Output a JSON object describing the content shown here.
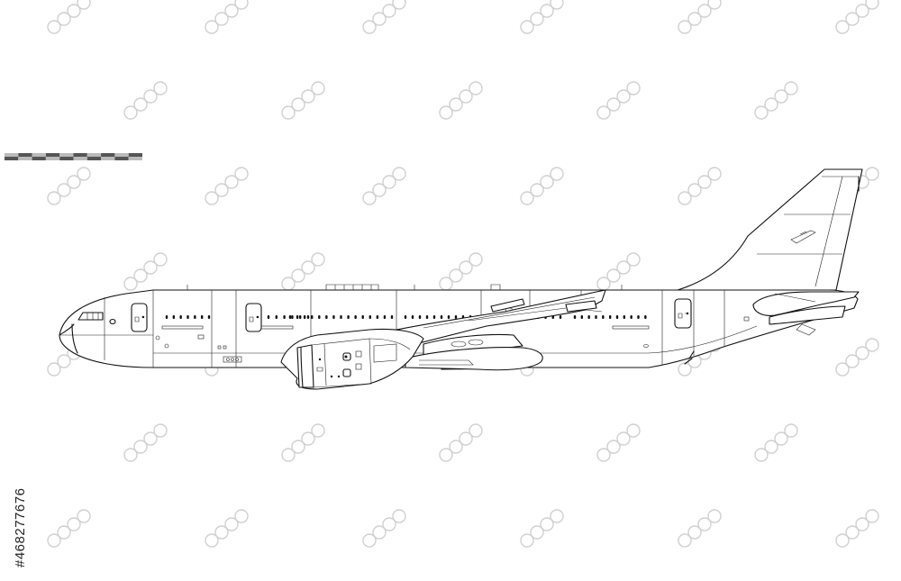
{
  "stock_id": "#468277676",
  "watermark_brand": "stock watermark",
  "colors": {
    "line": "#111111",
    "scale_dark": "#555555",
    "scale_light": "#bbbbbb",
    "watermark": "#d0d0d0",
    "background": "#ffffff"
  },
  "scale_bar": {
    "segments": 10
  },
  "aircraft": {
    "view": "side-profile",
    "cabin_window_count": 60
  }
}
